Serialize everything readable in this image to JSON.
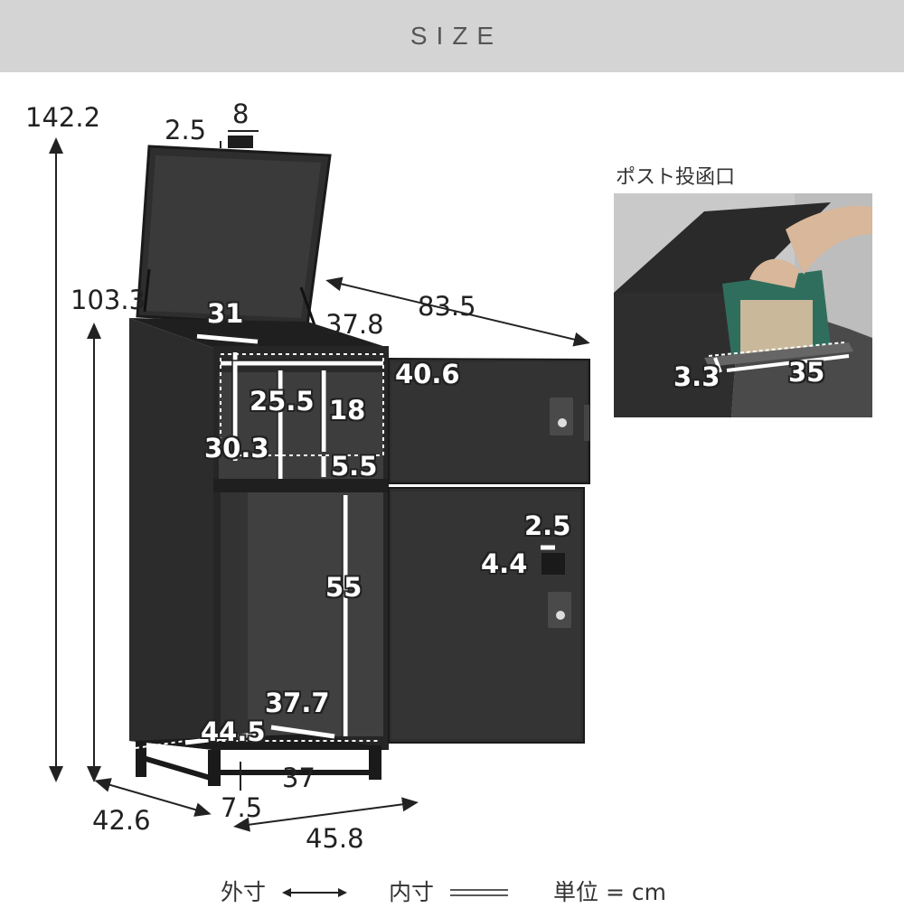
{
  "header": {
    "title": "SIZE"
  },
  "outer_dims": {
    "total_height": "142.2",
    "body_height": "103.3",
    "handle_depth": "2.5",
    "handle_width": "8",
    "door_open_depth": "83.5",
    "depth": "42.6",
    "leg_inset": "7.5",
    "width": "45.8"
  },
  "inner_dims": {
    "top_width": "31",
    "top_depth": "37.8",
    "upper_depth": "40.6",
    "upper_height_front": "25.5",
    "upper_height_inner": "18",
    "upper_height_back": "30.3",
    "slot_gap": "5.5",
    "lower_height": "55",
    "lower_depth": "37.7",
    "lower_width": "44.5",
    "base_width": "37",
    "key_width": "2.5",
    "key_height": "4.4"
  },
  "photo": {
    "caption": "ポスト投函口",
    "slot_height": "3.3",
    "slot_width": "35"
  },
  "legend": {
    "outer_label": "外寸",
    "inner_label": "内寸",
    "unit_label": "単位 = cm"
  },
  "colors": {
    "header_bg": "#d4d4d4",
    "cabinet": "#2b2b2b",
    "interior": "#3c3c3c"
  }
}
